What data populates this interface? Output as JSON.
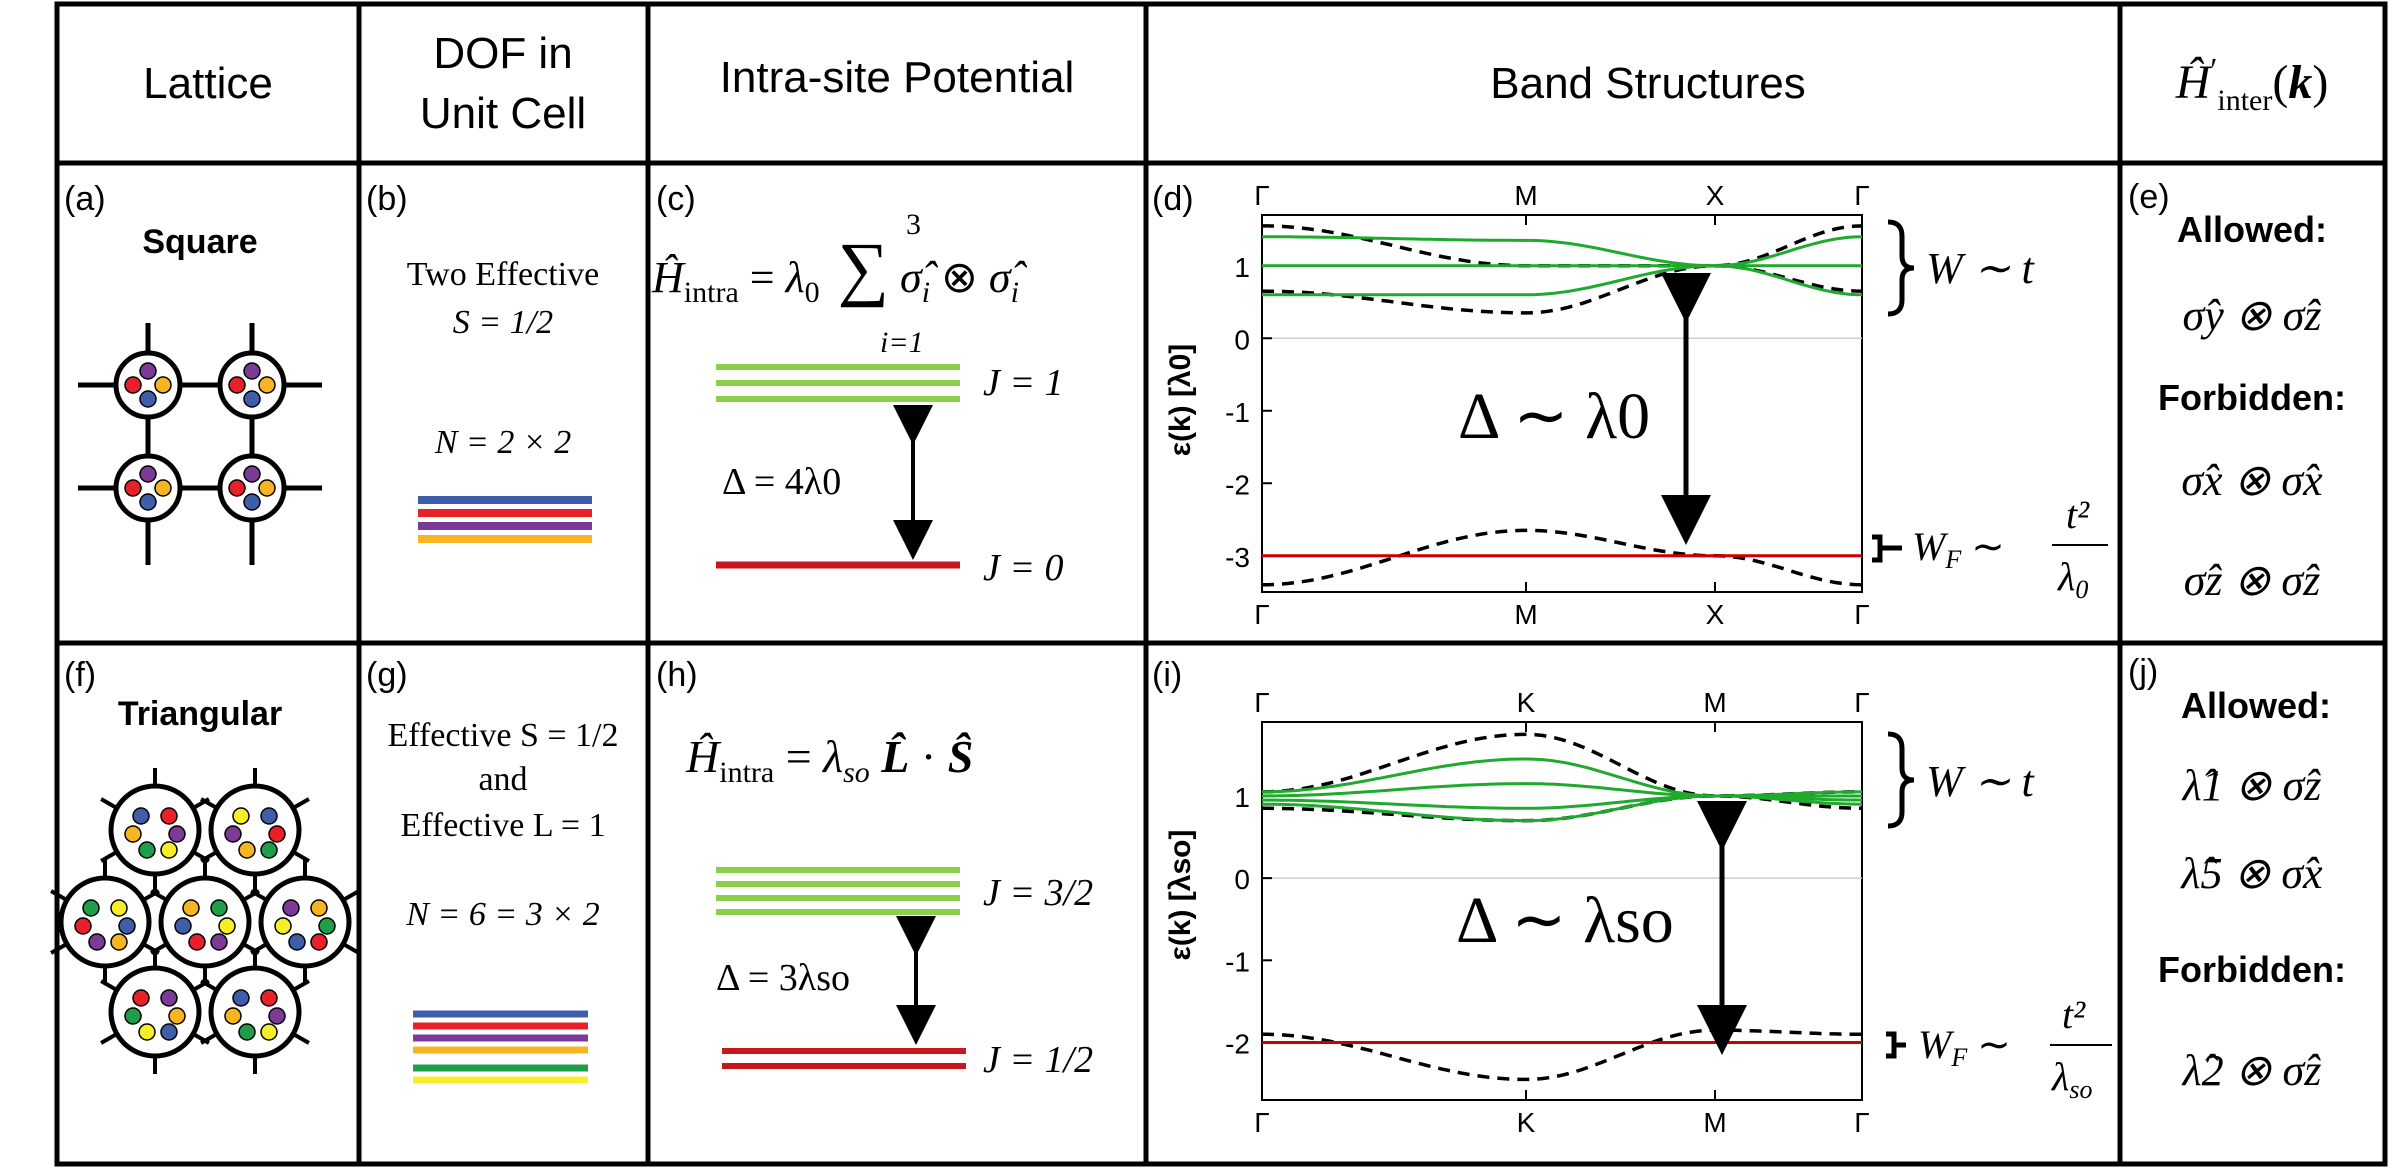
{
  "headers": [
    "Lattice",
    "DOF in",
    "Unit Cell",
    "Intra-site Potential",
    "Band Structures",
    "Ĥ′inter(k)"
  ],
  "rows": [
    {
      "lattice": {
        "letter": "(a)",
        "name": "Square"
      },
      "dof": {
        "letter": "(b)",
        "line1": "Two Effective",
        "line2": "S = 1/2",
        "line3": "N = 2 × 2"
      },
      "intra": {
        "letter": "(c)",
        "hamiltonian": "Ĥintra = λ0 Σ3i=1 σ̂i ⊗ σ̂i",
        "level_upper": "J = 1",
        "level_lower": "J = 0",
        "gap": "Δ = 4λ0"
      },
      "band": {
        "letter": "(d)",
        "gap_label": "Δ ∼ λ0",
        "width_label": "W ∼ t",
        "flat_label": "WF ∼ t²/λ0"
      },
      "inter": {
        "letter": "(e)",
        "allowed_title": "Allowed:",
        "allowed": [
          "σ̂y ⊗ σ̂z"
        ],
        "forbidden_title": "Forbidden:",
        "forbidden": [
          "σ̂x ⊗ σ̂x",
          "σ̂z ⊗ σ̂z"
        ]
      }
    },
    {
      "lattice": {
        "letter": "(f)",
        "name": "Triangular"
      },
      "dof": {
        "letter": "(g)",
        "line1": "Effective S = 1/2",
        "line2": "and",
        "line3": "Effective L = 1",
        "line4": "N = 6 = 3 × 2"
      },
      "intra": {
        "letter": "(h)",
        "hamiltonian": "Ĥintra = λso L̂ · Ŝ",
        "level_upper": "J = 3/2",
        "level_lower": "J = 1/2",
        "gap": "Δ = 3λso"
      },
      "band": {
        "letter": "(i)",
        "gap_label": "Δ ∼ λso",
        "width_label": "W ∼ t",
        "flat_label": "WF ∼ t²/λso"
      },
      "inter": {
        "letter": "(j)",
        "allowed_title": "Allowed:",
        "allowed": [
          "λ̂1 ⊗ σ̂z",
          "λ̂5 ⊗ σ̂x"
        ],
        "forbidden_title": "Forbidden:",
        "forbidden": [
          "λ̂2 ⊗ σ̂z"
        ]
      }
    }
  ],
  "colors": {
    "blue": "#3f5da8",
    "red": "#e8202a",
    "purple": "#7a3a96",
    "orange": "#f7b522",
    "yellow": "#f8ed2a",
    "green": "#1e9e4a",
    "light_green": "#8ccf4a",
    "dark_red": "#c8161d",
    "band_green": "#1faa2e",
    "band_red": "#cc0000"
  },
  "chart_data": [
    {
      "type": "line",
      "panel": "(d)",
      "x_ticks": [
        "Γ",
        "M",
        "X",
        "Γ"
      ],
      "ylabel": "ε(k) [λ0]",
      "yticks": [
        1,
        0,
        -1,
        -2,
        -3
      ],
      "ylim": [
        -3.5,
        1.7
      ],
      "series": [
        {
          "style": "dashed-black",
          "values": [
            1.55,
            1.0,
            1.0,
            1.55
          ]
        },
        {
          "style": "dashed-black",
          "values": [
            0.65,
            0.35,
            1.0,
            0.65
          ]
        },
        {
          "style": "dashed-black",
          "values": [
            -3.4,
            -2.65,
            -3.0,
            -3.4
          ]
        },
        {
          "style": "solid-green",
          "values": [
            1.4,
            1.35,
            1.0,
            1.4
          ]
        },
        {
          "style": "solid-green",
          "values": [
            1.0,
            1.0,
            1.0,
            1.0
          ]
        },
        {
          "style": "solid-green",
          "values": [
            0.6,
            0.6,
            1.0,
            0.6
          ]
        },
        {
          "style": "solid-red",
          "values": [
            -3.0,
            -3.0,
            -3.0,
            -3.0
          ]
        }
      ]
    },
    {
      "type": "line",
      "panel": "(i)",
      "x_ticks": [
        "Γ",
        "K",
        "M",
        "Γ"
      ],
      "ylabel": "ε(k) [λso]",
      "yticks": [
        1,
        0,
        -1,
        -2
      ],
      "ylim": [
        -2.7,
        1.9
      ],
      "series": [
        {
          "style": "dashed-black",
          "values": [
            1.05,
            1.75,
            1.0,
            1.05
          ]
        },
        {
          "style": "dashed-black",
          "values": [
            0.85,
            0.7,
            1.0,
            0.85
          ]
        },
        {
          "style": "dashed-black",
          "values": [
            -1.9,
            -2.45,
            -1.85,
            -1.9
          ]
        },
        {
          "style": "solid-green",
          "values": [
            1.05,
            1.45,
            1.0,
            1.05
          ]
        },
        {
          "style": "solid-green",
          "values": [
            1.0,
            1.15,
            1.0,
            1.0
          ]
        },
        {
          "style": "solid-green",
          "values": [
            0.95,
            0.85,
            1.0,
            0.95
          ]
        },
        {
          "style": "solid-green",
          "values": [
            0.9,
            0.7,
            1.0,
            0.9
          ]
        },
        {
          "style": "solid-red",
          "values": [
            -2.0,
            -2.0,
            -2.0,
            -2.0
          ]
        }
      ]
    }
  ]
}
